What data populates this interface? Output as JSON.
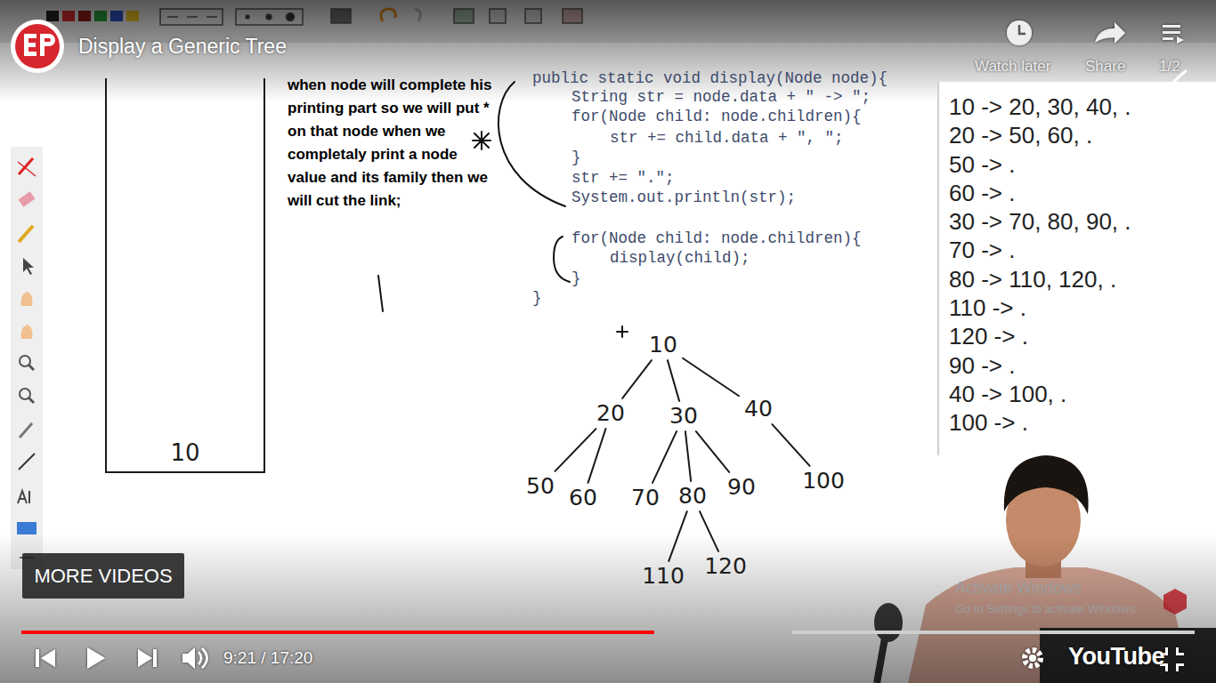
{
  "diagram": {
    "title": "Display a Generic Tree",
    "nodes": [
      {
        "text": [
          "10"
        ]
      },
      {
        "text": [
          "10"
        ]
      },
      {
        "text": [
          "20"
        ]
      },
      {
        "text": [
          "30"
        ]
      },
      {
        "text": [
          "40"
        ]
      },
      {
        "text": [
          "50"
        ]
      },
      {
        "text": [
          "60"
        ]
      },
      {
        "text": [
          "70"
        ]
      },
      {
        "text": [
          "80"
        ]
      },
      {
        "text": [
          "90"
        ]
      },
      {
        "text": [
          "100"
        ]
      },
      {
        "text": [
          "110"
        ]
      },
      {
        "text": [
          "120"
        ]
      },
      {
        "text": [
          "10 -> 20, 30, 40, .",
          "20 -> 50, 60, .",
          "50 -> .",
          "60 -> .",
          "30 -> 70, 80, 90, .",
          "70 -> .",
          "80 -> 110, 120, .",
          "110 -> .",
          "120 -> .",
          "90 -> .",
          "40 -> 100, .",
          "100 -> ."
        ]
      },
      {
        "text": [
          "MORE VIDEOS"
        ]
      }
    ],
    "edges": [
      {
        "from": 1,
        "to": 2,
        "arrow": "none"
      },
      {
        "from": 1,
        "to": 3,
        "arrow": "none"
      },
      {
        "from": 1,
        "to": 4,
        "arrow": "none"
      },
      {
        "from": 2,
        "to": 5,
        "arrow": "none"
      },
      {
        "from": 2,
        "to": 6,
        "arrow": "none"
      },
      {
        "from": 3,
        "to": 7,
        "arrow": "none"
      },
      {
        "from": 3,
        "to": 8,
        "arrow": "none"
      },
      {
        "from": 3,
        "to": 9,
        "arrow": "none"
      },
      {
        "from": 4,
        "to": 10,
        "arrow": "none"
      },
      {
        "from": 8,
        "to": 11,
        "arrow": "none"
      },
      {
        "from": 8,
        "to": 12,
        "arrow": "none"
      }
    ],
    "labels": [
      "when node will complete his printing part so we will put * on that node when we completaly print a node value and its family then we will cut the link;",
      "public static void display(Node node){",
      "String str = node.data + \" -> \";",
      "for(Node child: node.children){",
      "str += child.data + \", \";",
      "}",
      "str += \".\";",
      "System.out.println(str);",
      "for(Node child: node.children){",
      "display(child);",
      "}",
      "}",
      "Watch later",
      "Share",
      "1/2",
      "9:21 / 17:20",
      "YouTube",
      "Activate Windows",
      "Go to Settings to activate Windows."
    ]
  }
}
